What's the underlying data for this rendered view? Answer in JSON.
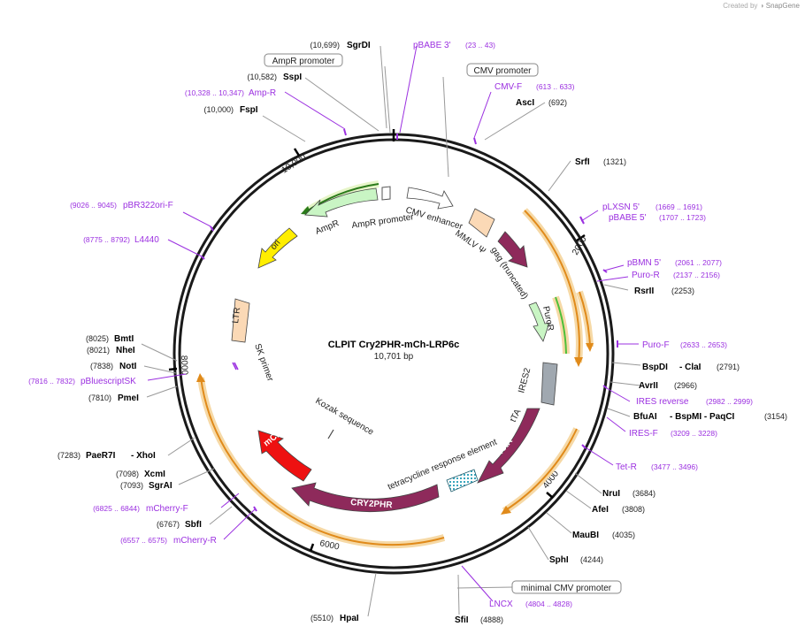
{
  "credit": {
    "prefix": "Created by",
    "brand": "SnapGene"
  },
  "plasmid": {
    "name": "CLPIT Cry2PHR-mCh-LRP6c",
    "size": "10,701 bp"
  },
  "ticks": [
    "2000",
    "4000",
    "6000",
    "8000",
    "10,000"
  ],
  "features": {
    "cmv_enhancer": "CMV enhancer",
    "mmlv_psi": "MMLV Ψ",
    "gag": "gag (truncated)",
    "puror": "PuroR",
    "ires2": "IRES2",
    "tta": "tTA",
    "tetr": "TetR",
    "tre": "tetracycline response element",
    "cry2phr": "CRY2PHR",
    "mcherry": "mCherry",
    "kozak": "Kozak sequence",
    "sk_primer": "SK primer",
    "ltr": "LTR",
    "ori": "ori",
    "ampr": "AmpR",
    "ampr_promoter": "AmpR promoter"
  },
  "boxed_labels": [
    "AmpR promoter",
    "CMV promoter",
    "minimal CMV promoter"
  ],
  "sites": [
    {
      "name": "SgrDI",
      "pos": "(10,699)"
    },
    {
      "name": "SspI",
      "pos": "(10,582)"
    },
    {
      "name": "FspI",
      "pos": "(10,000)"
    },
    {
      "name": "AscI",
      "pos": "(692)"
    },
    {
      "name": "SrfI",
      "pos": "(1321)"
    },
    {
      "name": "RsrII",
      "pos": "(2253)"
    },
    {
      "name": "BspDI",
      "pos": "(2791)",
      "extra": "- ClaI"
    },
    {
      "name": "AvrII",
      "pos": "(2966)"
    },
    {
      "name": "BfuAI",
      "pos": "(3154)",
      "extra": "- BspMI - PaqCI"
    },
    {
      "name": "NruI",
      "pos": "(3684)"
    },
    {
      "name": "AfeI",
      "pos": "(3808)"
    },
    {
      "name": "MauBI",
      "pos": "(4035)"
    },
    {
      "name": "SphI",
      "pos": "(4244)"
    },
    {
      "name": "SfiI",
      "pos": "(4888)"
    },
    {
      "name": "HpaI",
      "pos": "(5510)"
    },
    {
      "name": "SbfI",
      "pos": "(6767)"
    },
    {
      "name": "SgrAI",
      "pos": "(7093)"
    },
    {
      "name": "XcmI",
      "pos": "(7098)"
    },
    {
      "name": "PaeR7I",
      "pos": "(7283)",
      "extra": "- XhoI"
    },
    {
      "name": "PmeI",
      "pos": "(7810)"
    },
    {
      "name": "NotI",
      "pos": "(7838)"
    },
    {
      "name": "NheI",
      "pos": "(8021)"
    },
    {
      "name": "BmtI",
      "pos": "(8025)"
    }
  ],
  "primers": [
    {
      "name": "pBABE 3'",
      "pos": "(23 .. 43)"
    },
    {
      "name": "CMV-F",
      "pos": "(613 .. 633)"
    },
    {
      "name": "Amp-R",
      "pos": "(10,328 .. 10,347)"
    },
    {
      "name": "pLXSN 5'",
      "pos": "(1669 .. 1691)"
    },
    {
      "name": "pBABE 5'",
      "pos": "(1707 .. 1723)"
    },
    {
      "name": "pBMN 5'",
      "pos": "(2061 .. 2077)"
    },
    {
      "name": "Puro-R",
      "pos": "(2137 .. 2156)"
    },
    {
      "name": "Puro-F",
      "pos": "(2633 .. 2653)"
    },
    {
      "name": "IRES reverse",
      "pos": "(2982 .. 2999)"
    },
    {
      "name": "IRES-F",
      "pos": "(3209 .. 3228)"
    },
    {
      "name": "Tet-R",
      "pos": "(3477 .. 3496)"
    },
    {
      "name": "LNCX",
      "pos": "(4804 .. 4828)"
    },
    {
      "name": "pBR322ori-F",
      "pos": "(9026 .. 9045)"
    },
    {
      "name": "L4440",
      "pos": "(8775 .. 8792)"
    },
    {
      "name": "pBluescriptSK",
      "pos": "(7816 .. 7832)"
    },
    {
      "name": "mCherry-F",
      "pos": "(6825 .. 6844)"
    },
    {
      "name": "mCherry-R",
      "pos": "(6557 .. 6575)"
    }
  ],
  "colors": {
    "backbone": "#1a1a1a",
    "primer": "#9b30e0",
    "orf_halo": "#f6d9a6",
    "orf_line": "#e08a1a",
    "ampr": "#c9f5c4",
    "ori": "#ffee00",
    "ltr": "#fbd9b6",
    "gag": "#8e2a5b",
    "cry2phr": "#8e2a5b",
    "mcherry": "#ee1111",
    "ires": "#a0a8b0",
    "tre": "#4bb3c8"
  }
}
